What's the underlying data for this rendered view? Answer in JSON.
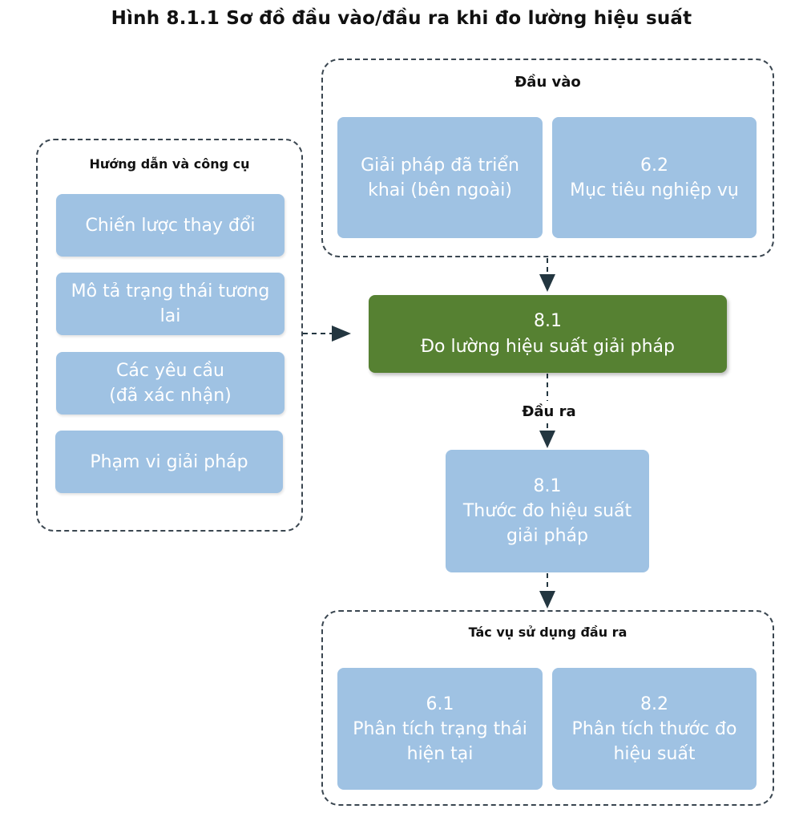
{
  "title": "Hình 8.1.1 Sơ đồ đầu vào/đầu ra khi đo lường hiệu suất",
  "inputs": {
    "label": "Đầu vào",
    "items": [
      {
        "line1": "Giải pháp đã triển",
        "line2": "khai (bên ngoài)"
      },
      {
        "line1": "6.2",
        "line2": "Mục tiêu nghiệp vụ"
      }
    ]
  },
  "guidelines": {
    "label": "Hướng dẫn và công cụ",
    "items": [
      {
        "line1": "Chiến lược thay đổi",
        "line2": ""
      },
      {
        "line1": "Mô tả trạng thái tương",
        "line2": "lai"
      },
      {
        "line1": "Các yêu cầu",
        "line2": "(đã xác nhận)"
      },
      {
        "line1": "Phạm vi giải pháp",
        "line2": ""
      }
    ]
  },
  "task": {
    "number": "8.1",
    "name": "Đo lường hiệu suất giải pháp"
  },
  "outputs": {
    "label": "Đầu ra",
    "item": {
      "line1": "8.1",
      "line2": "Thước đo hiệu suất",
      "line3": "giải pháp"
    }
  },
  "consumers": {
    "label": "Tác vụ sử dụng đầu ra",
    "items": [
      {
        "line1": "6.1",
        "line2": "Phân tích trạng thái",
        "line3": "hiện tại"
      },
      {
        "line1": "8.2",
        "line2": "Phân tích thước đo",
        "line3": "hiệu suất"
      }
    ]
  },
  "colors": {
    "box_fill": "#9fc2e3",
    "task_fill": "#568132",
    "border": "#3a4650",
    "arrow": "#233640"
  }
}
